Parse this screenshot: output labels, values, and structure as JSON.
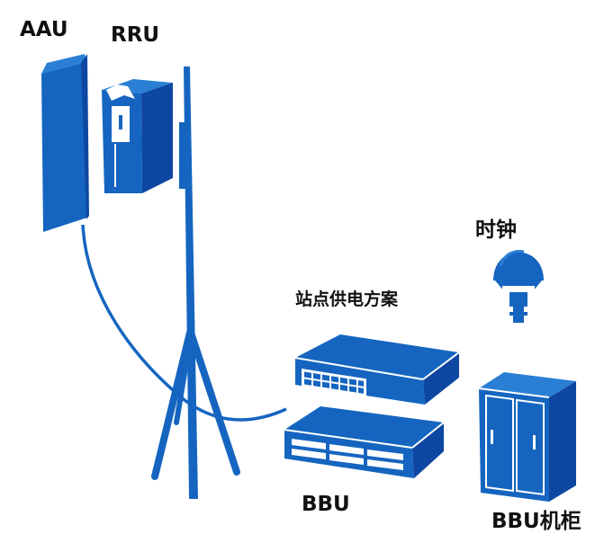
{
  "colors": {
    "primary_blue": "#1565c0",
    "light_blue": "#2a7fd4",
    "dark_blue": "#0d47a1",
    "label_text": "#111111"
  },
  "labels": {
    "aau": "AAU",
    "rru": "RRU",
    "clock": "时钟",
    "power_scheme": "站点供电方案",
    "bbu": "BBU",
    "bbu_cabinet": "BBU机柜"
  },
  "icons": [
    "aau-antenna-icon",
    "rru-unit-icon",
    "tower-mast-icon",
    "gps-clock-icon",
    "power-supply-unit-icon",
    "bbu-unit-icon",
    "bbu-cabinet-icon"
  ]
}
